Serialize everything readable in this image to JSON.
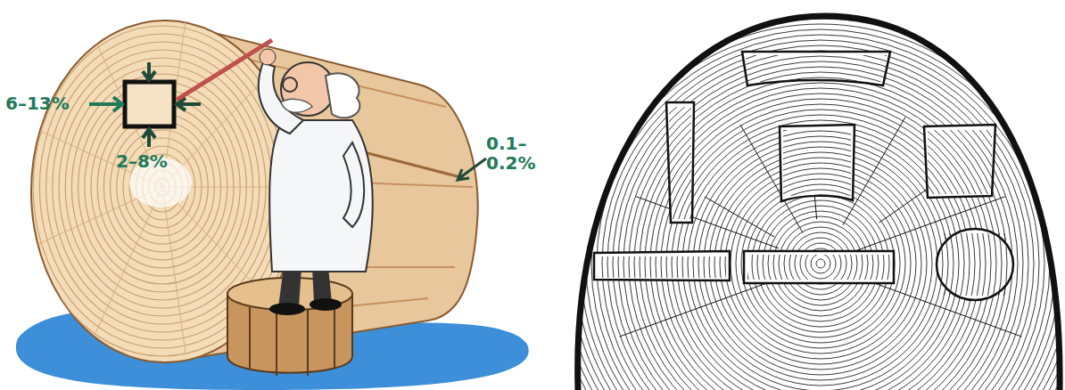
{
  "diagram": {
    "labels": [
      "6–13%",
      "2–8%",
      "0.1– 0.2%"
    ]
  }
}
